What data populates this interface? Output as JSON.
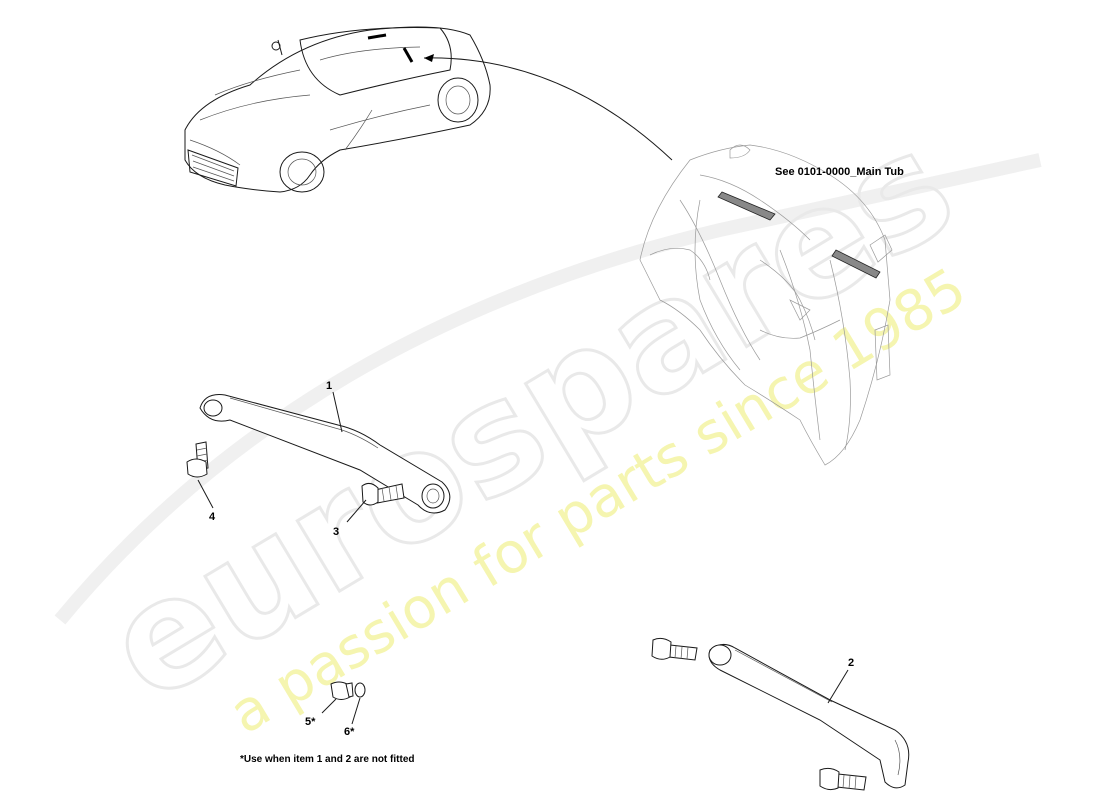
{
  "watermark": {
    "brand": "eurospares",
    "tagline": "a passion for parts since 1985"
  },
  "reference_note": "See 0101-0000_Main Tub",
  "callouts": {
    "item1": "1",
    "item2": "2",
    "item3": "3",
    "item4": "4",
    "item5": "5*",
    "item6": "6*"
  },
  "footnote": "*Use when item 1 and 2 are not fitted"
}
